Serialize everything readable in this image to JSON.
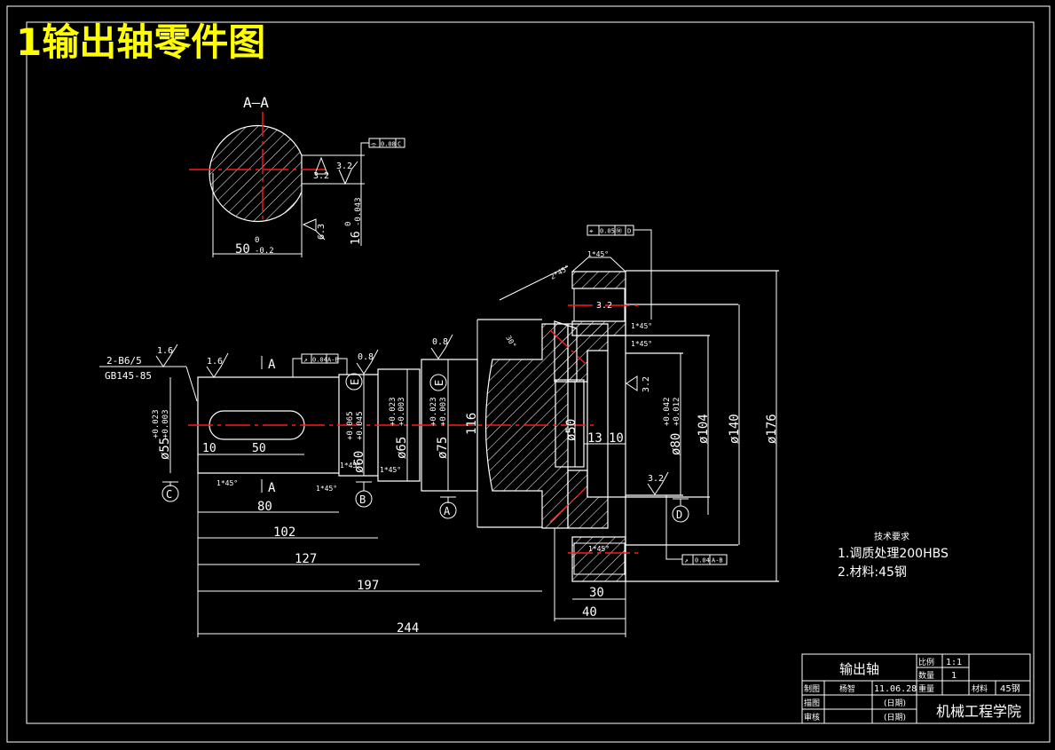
{
  "title": "1输出轴零件图",
  "section_view": {
    "label": "A—A",
    "width_dim": "50",
    "width_tol_upper": "0",
    "width_tol_lower": "-0.2",
    "key_depth_dim": "16",
    "key_depth_tol_upper": "0",
    "key_depth_tol_lower": "-0.043",
    "roughness_1": "3.2",
    "roughness_2": "3.2",
    "roughness_3": "6.3",
    "symmetry_tolerance": {
      "symbol": "⌯",
      "value": "0.08",
      "datum": "C"
    }
  },
  "shaft_view": {
    "keyway_note_line1": "2-B6/5",
    "keyway_note_line2": "GB145-85",
    "roughness": [
      "1.6",
      "1.6",
      "0.8",
      "0.8",
      "3.2",
      "3.2",
      "3.2",
      "3.2"
    ],
    "section_mark": "A",
    "diameters": [
      {
        "label": "ø55",
        "tol_upper": "+0.023",
        "tol_lower": "+0.003"
      },
      {
        "label": "ø60",
        "tol_upper": "+0.065",
        "tol_lower": "+0.045"
      },
      {
        "label": "ø65",
        "tol_upper": "+0.023",
        "tol_lower": "+0.003"
      },
      {
        "label": "ø75",
        "tol_upper": "+0.023",
        "tol_lower": "+0.003"
      },
      {
        "label": "ø80",
        "tol_upper": "+0.042",
        "tol_lower": "+0.012"
      }
    ],
    "plain_diameters": [
      "116",
      "ø50",
      "ø104",
      "ø140",
      "ø176"
    ],
    "keyway_offset": "10",
    "keyway_length": "50",
    "small_lengths": [
      "13",
      "10"
    ],
    "chamfer": "1*45°",
    "chamfer_2": "2*45°",
    "angle": "30°",
    "datums": [
      "C",
      "B",
      "A",
      "D",
      "E",
      "E"
    ],
    "runout_tolerance": {
      "symbol": "↗",
      "value": "0.04",
      "datum": "A-B"
    },
    "position_tolerance": {
      "symbol": "⌖",
      "value": "0.05",
      "modifier": "Ⓜ",
      "datum": "D"
    },
    "lengths": [
      "80",
      "102",
      "127",
      "197",
      "244"
    ],
    "hub_lengths": [
      "30",
      "40"
    ]
  },
  "tech_requirements": {
    "heading": "技术要求",
    "items": [
      "1.调质处理200HBS",
      "2.材料:45钢"
    ]
  },
  "title_block": {
    "part_name": "输出轴",
    "scale_label": "比例",
    "scale_value": "1:1",
    "qty_label": "数量",
    "qty_value": "1",
    "drawn_label": "制图",
    "drawn_name": "杨智",
    "drawn_date": "11.06.28",
    "weight_label": "重量",
    "material_label": "材料",
    "material_value": "45钢",
    "traced_label": "描图",
    "checked_label": "审核",
    "date_placeholder": "(日期)",
    "institution": "机械工程学院"
  }
}
